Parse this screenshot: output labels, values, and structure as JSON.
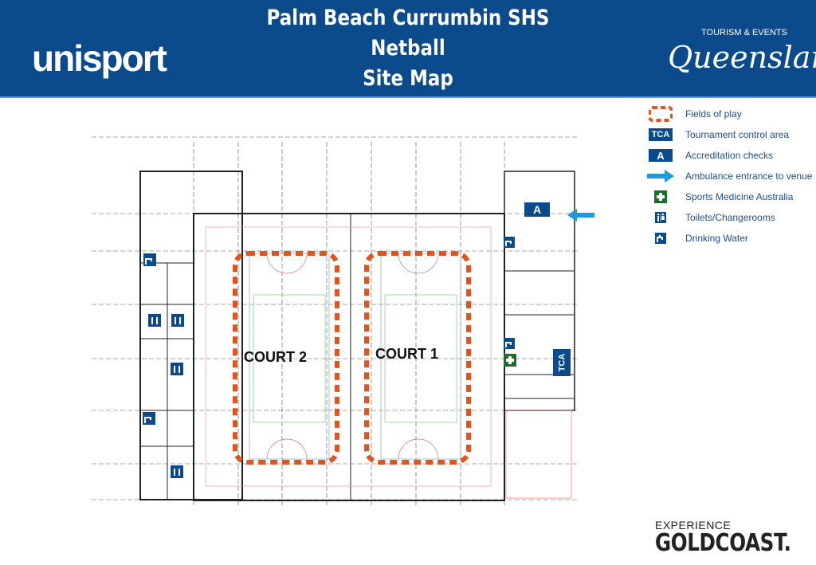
{
  "header": {
    "title_lines": [
      "Palm Beach Currumbin SHS",
      "Netball",
      "Site Map"
    ],
    "logo_left": "unisport",
    "logo_right_small": "TOURISM & EVENTS",
    "logo_right_big": "Queensland"
  },
  "legend": [
    {
      "icon": "fields-of-play-icon",
      "label": "Fields of play"
    },
    {
      "icon": "tca-icon",
      "code": "TCA",
      "label": "Tournament control area"
    },
    {
      "icon": "accreditation-icon",
      "code": "A",
      "label": "Accreditation checks"
    },
    {
      "icon": "ambulance-arrow-icon",
      "label": "Ambulance entrance to venue"
    },
    {
      "icon": "first-aid-cross-icon",
      "label": "Sports Medicine Australia"
    },
    {
      "icon": "toilets-icon",
      "label": "Toilets/Changerooms"
    },
    {
      "icon": "drinking-water-icon",
      "label": "Drinking Water"
    }
  ],
  "map": {
    "court_2": "COURT 2",
    "court_1": "COURT 1",
    "tca": "TCA",
    "accreditation": "A"
  },
  "colors": {
    "brand": "#0b4a8b",
    "field": "#e0541e",
    "arrow": "#1e9ad6",
    "medic": "#1e6b2e"
  },
  "footer": {
    "experience": "EXPERIENCE",
    "goldcoast": "GOLDCOAST."
  }
}
